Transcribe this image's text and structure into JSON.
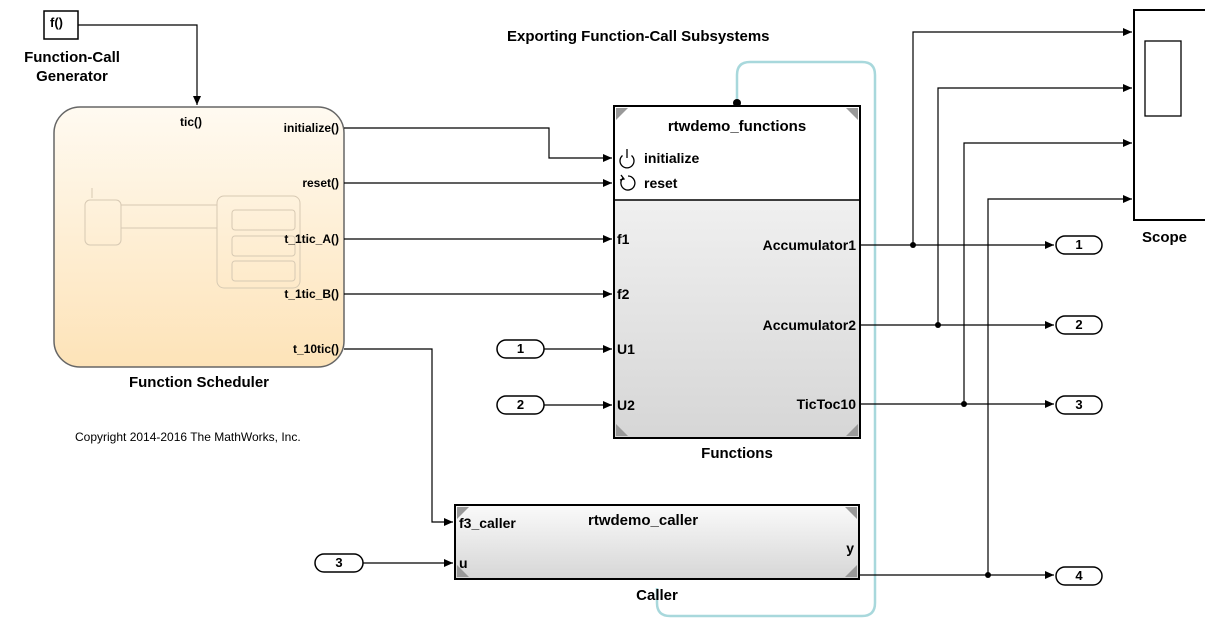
{
  "title": "Exporting Function-Call Subsystems",
  "copyright": "Copyright 2014-2016 The MathWorks, Inc.",
  "generator": {
    "icon_text": "f()",
    "name_line1": "Function-Call",
    "name_line2": "Generator"
  },
  "scheduler": {
    "name": "Function Scheduler",
    "input": "tic()",
    "outputs": [
      "initialize()",
      "reset()",
      "t_1tic_A()",
      "t_1tic_B()",
      "t_10tic()"
    ]
  },
  "functions_block": {
    "name": "Functions",
    "model_name": "rtwdemo_functions",
    "event_ports": [
      "initialize",
      "reset"
    ],
    "inputs": [
      "f1",
      "f2",
      "U1",
      "U2"
    ],
    "outputs": [
      "Accumulator1",
      "Accumulator2",
      "TicToc10"
    ]
  },
  "caller_block": {
    "name": "Caller",
    "model_name": "rtwdemo_caller",
    "inputs": [
      "f3_caller",
      "u"
    ],
    "outputs": [
      "y"
    ]
  },
  "scope": {
    "name": "Scope"
  },
  "inports": [
    "1",
    "2",
    "3"
  ],
  "outports": [
    "1",
    "2",
    "3",
    "4"
  ],
  "colors": {
    "line": "#000000",
    "scheduler_fill_top": "#fffaf0",
    "scheduler_fill_bottom": "#fde7c2",
    "block_fill_top": "#f7f7f7",
    "block_fill_bottom": "#d9d9d9",
    "link_line": "#a8d8dc"
  },
  "icons": [
    "function-call-generator-icon",
    "initialize-power-icon",
    "reset-cycle-icon",
    "scope-screen-icon"
  ]
}
